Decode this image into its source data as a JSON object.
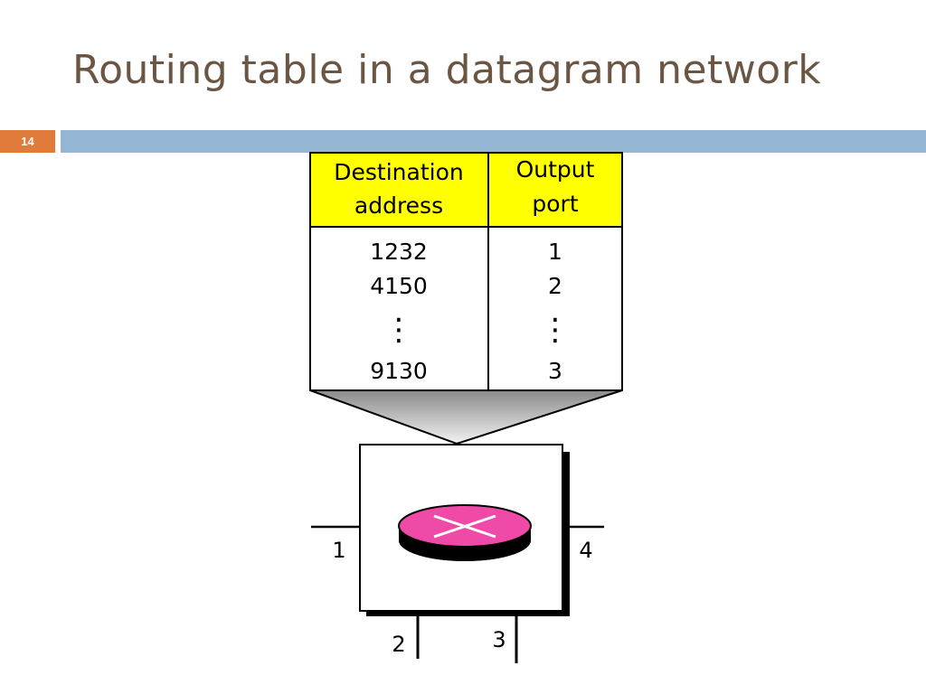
{
  "slide": {
    "title": "Routing table in a datagram network",
    "number": "14"
  },
  "colors": {
    "title": "#6b5644",
    "number_badge": "#e07b39",
    "bar": "#94b6d2",
    "table_header": "#ffff00",
    "router_disc": "#f04aa8"
  },
  "table": {
    "headers": [
      {
        "line1": "Destination",
        "line2": "address"
      },
      {
        "line1": "Output",
        "line2": "port"
      }
    ],
    "rows": [
      {
        "address": "1232",
        "port": "1"
      },
      {
        "address": "4150",
        "port": "2"
      },
      {
        "address": "9130",
        "port": "3"
      }
    ],
    "ellipsis": "⋮"
  },
  "router": {
    "icon": "router-icon",
    "ports": [
      "1",
      "2",
      "3",
      "4"
    ]
  }
}
